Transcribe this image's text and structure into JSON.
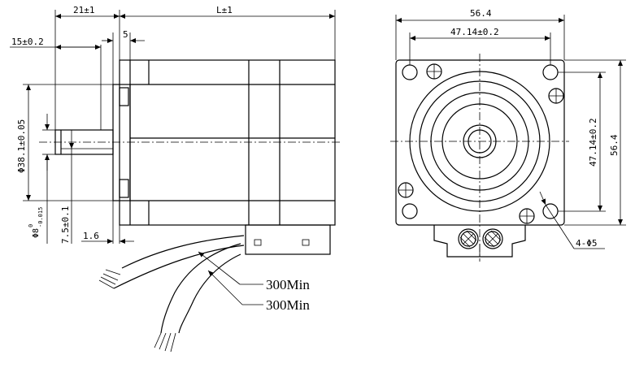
{
  "side_view": {
    "dim_shaft_total": "21±1",
    "dim_body_length": "L±1",
    "dim_flat_length": "15±0.2",
    "dim_flange_step": "5",
    "dim_pilot_diameter": "Φ38.1±0.05",
    "dim_shaft_diameter_main": "Φ8",
    "dim_shaft_diameter_tol_upper": "0",
    "dim_shaft_diameter_tol_lower": "-0.015",
    "dim_flat_depth": "7.5±0.1",
    "dim_flange_thickness": "1.6",
    "lead_length_1": "300Min",
    "lead_length_2": "300Min"
  },
  "front_view": {
    "dim_overall_width": "56.4",
    "dim_hole_spacing_h": "47.14±0.2",
    "dim_hole_spacing_v": "47.14±0.2",
    "dim_overall_height": "56.4",
    "hole_callout": "4-Φ5"
  }
}
